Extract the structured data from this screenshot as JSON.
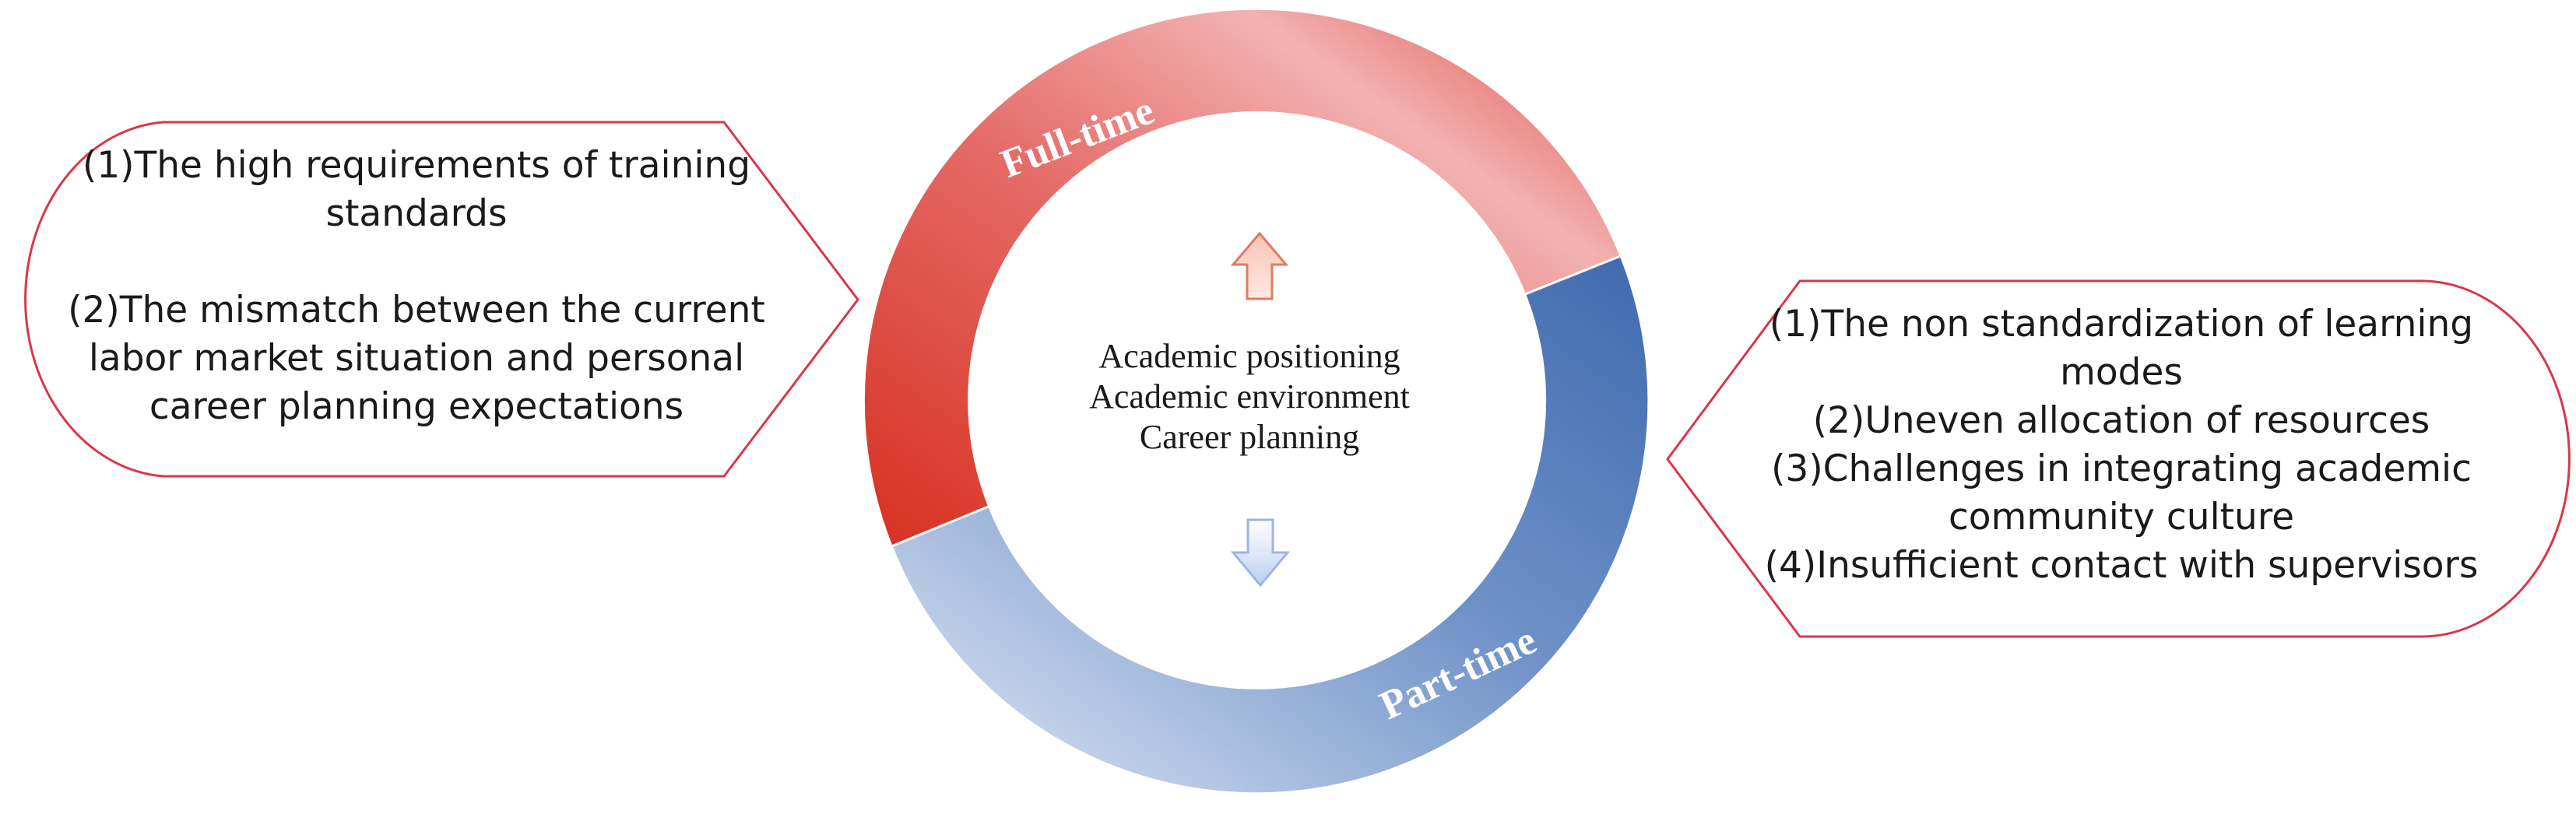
{
  "left_callout": {
    "item1_line1": "(1)The high requirements of training",
    "item1_line2": "standards",
    "item2_line1": "(2)The mismatch between the current",
    "item2_line2": "labor market situation and personal",
    "item2_line3": "career planning expectations"
  },
  "right_callout": {
    "item1_line1": "(1)The non standardization of learning",
    "item1_line2": "modes",
    "item2": "(2)Uneven allocation of resources",
    "item3_line1": "(3)Challenges in integrating academic",
    "item3_line2": "community culture",
    "item4": "(4)Insufficient contact with supervisors"
  },
  "center": {
    "line1": "Academic positioning",
    "line2": "Academic environment",
    "line3": "Career planning"
  },
  "ring": {
    "top_label": "Full-time",
    "bottom_label": "Part-time"
  },
  "colors": {
    "full_time": "#d9372e",
    "part_time": "#4a72b2",
    "callout_border": "#d9374a"
  }
}
